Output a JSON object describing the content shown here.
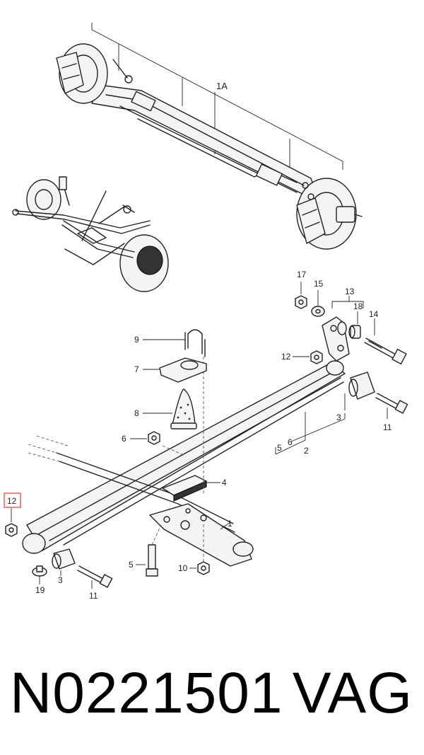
{
  "diagram": {
    "labels": {
      "assembly": "1A",
      "bracket": "1",
      "spring": "2",
      "bush_a": "3",
      "bush_b": "3",
      "pad": "4",
      "bolt_center": "5",
      "bracket_5": "5",
      "nut_small": "6",
      "plate_6": "6",
      "seat": "7",
      "bump_stop": "8",
      "u_bolt": "9",
      "nut_10": "10",
      "bolt_a": "11",
      "bolt_b": "11",
      "nut_12_left": "12",
      "nut_12_right": "12",
      "shackle": "13",
      "bolt_14": "14",
      "washer_15": "15",
      "nut_17": "17",
      "bush_18": "18",
      "cap_19": "19"
    },
    "highlight_color": "#e53935"
  },
  "footer": {
    "part_number": "N0221501",
    "brand": "VAG"
  }
}
